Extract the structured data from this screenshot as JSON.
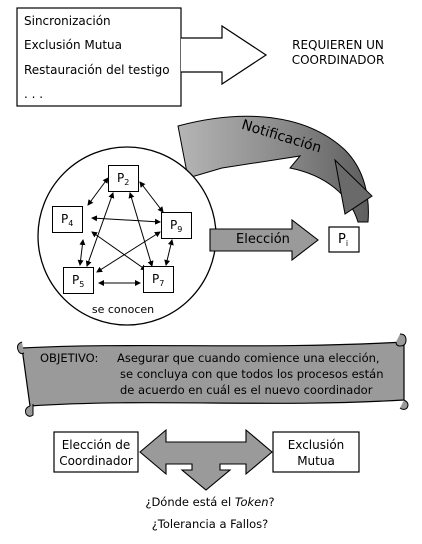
{
  "top": {
    "list_items": [
      "Sincronización",
      "Exclusión Mutua",
      "Restauración del testigo",
      ". . ."
    ],
    "require_line1": "REQUIEREN UN",
    "require_line2": "COORDINADOR"
  },
  "election": {
    "notification_label": "Notificación",
    "election_label": "Elección",
    "result_process": "P",
    "result_subscript": "i",
    "circle_caption": "se conocen",
    "nodes": [
      {
        "id": "p2",
        "label": "P",
        "sub": "2"
      },
      {
        "id": "p4",
        "label": "P",
        "sub": "4"
      },
      {
        "id": "p9",
        "label": "P",
        "sub": "9"
      },
      {
        "id": "p5",
        "label": "P",
        "sub": "5"
      },
      {
        "id": "p7",
        "label": "P",
        "sub": "7"
      }
    ]
  },
  "objective": {
    "label": "OBJETIVO:",
    "line1": "Asegurar que cuando comience una elección,",
    "line2": "se concluya con que todos los procesos están",
    "line3": "de acuerdo en cuál es el nuevo coordinador"
  },
  "bottom": {
    "left_box_line1": "Elección de",
    "left_box_line2": "Coordinador",
    "right_box_line1": "Exclusión",
    "right_box_line2": "Mutua",
    "question1_prefix": "¿Dónde está el ",
    "question1_emph": "Token",
    "question1_suffix": "?",
    "question2": "¿Tolerancia a Fallos?"
  },
  "colors": {
    "arrow_fill": "#8c8c8c",
    "scroll_fill": "#9a9a9a",
    "outline": "#000000"
  }
}
